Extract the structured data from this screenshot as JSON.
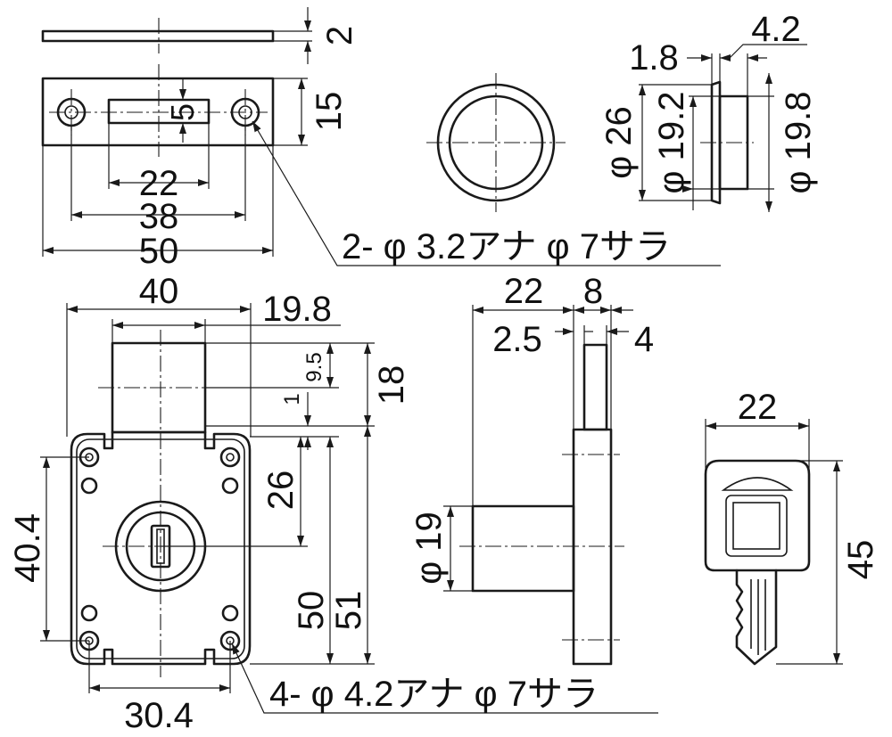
{
  "dims": {
    "plate_thickness": "2",
    "plate_height": "15",
    "slot_height": "5",
    "slot_width": "22",
    "hole_pitch": "38",
    "plate_width": "50",
    "plate_hole_note": "2- φ 3.2アナ φ 7サラ",
    "flange_thickness": "4.2",
    "ring_thickness": "1.8",
    "outer_dia": "φ 26",
    "inner_dia": "φ 19.2",
    "boss_dia": "φ 19.8",
    "body_width": "40",
    "bolt_width": "19.8",
    "bolt_offset": "9.5",
    "gap_1": "1",
    "bolt_height": "18",
    "center_height": "26",
    "body_height": "50",
    "overall_height": "51",
    "hole_pitch_v": "40.4",
    "hole_pitch_h": "30.4",
    "body_hole_note": "4- φ 4.2アナ φ 7サラ",
    "side_depth": "22",
    "side_flange": "8",
    "side_offset": "2.5",
    "side_bolt": "4",
    "cylinder_dia": "φ 19",
    "key_width": "22",
    "key_length": "45"
  }
}
